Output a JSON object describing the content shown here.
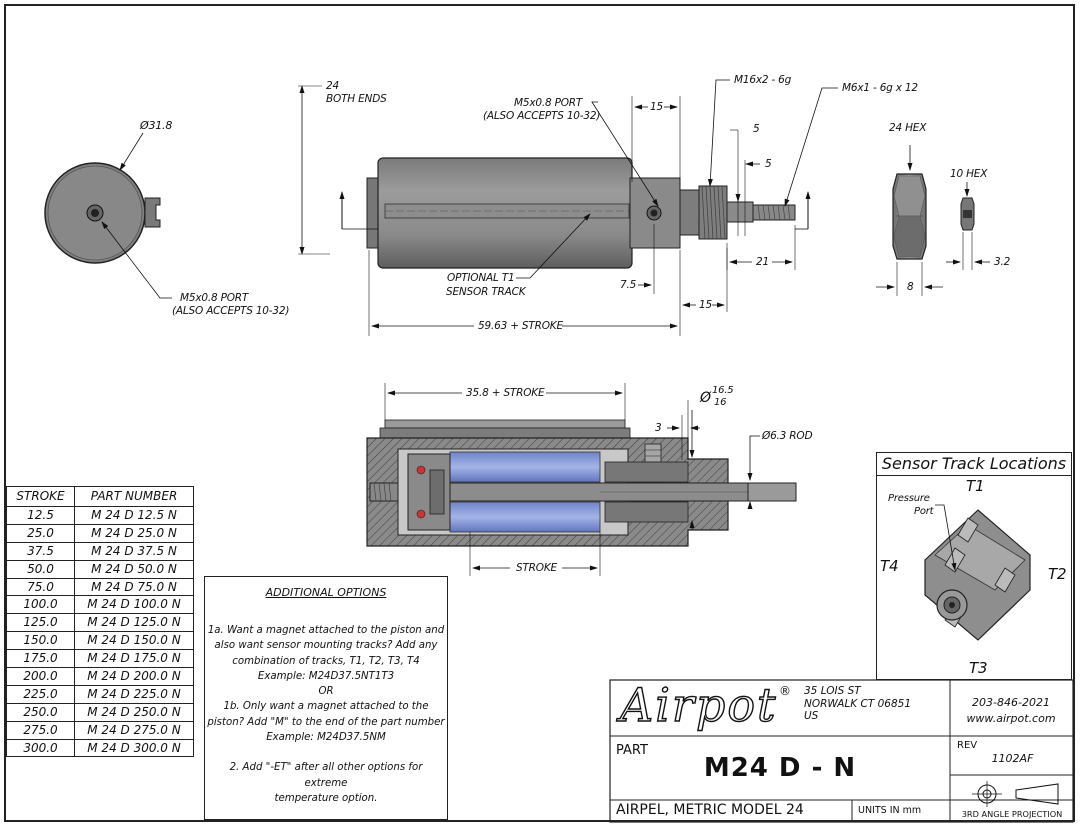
{
  "front_view": {
    "diameter": "Ø31.8",
    "port_line1": "M5x0.8 PORT",
    "port_line2": "(ALSO ACCEPTS 10-32)"
  },
  "side_view": {
    "both_ends_value": "24",
    "both_ends_label": "BOTH ENDS",
    "port_line1": "M5x0.8 PORT",
    "port_line2": "(ALSO ACCEPTS 10-32)",
    "dim_15_top": "15",
    "thread_main": "M16x2 - 6g",
    "thread_rod": "M6x1 - 6g x 12",
    "dim_5a": "5",
    "dim_5b": "5",
    "sensor_line1": "OPTIONAL T1",
    "sensor_line2": "SENSOR TRACK",
    "dim_7_5": "7.5",
    "dim_21": "21",
    "dim_15_bottom": "15",
    "overall": "59.63 + STROKE"
  },
  "hex_view": {
    "hex24": "24 HEX",
    "hex10": "10 HEX",
    "dim_8": "8",
    "dim_3_2": "3.2"
  },
  "section_view": {
    "bore": "35.8 + STROKE",
    "dia_top": "16.5",
    "dia_bottom": "16",
    "dia_symbol": "Ø",
    "dim_3": "3",
    "rod": "Ø6.3 ROD",
    "stroke": "STROKE"
  },
  "stroke_table": {
    "headers": [
      "STROKE",
      "PART NUMBER"
    ],
    "rows": [
      [
        "12.5",
        "M 24 D 12.5 N"
      ],
      [
        "25.0",
        "M 24 D 25.0 N"
      ],
      [
        "37.5",
        "M 24 D 37.5 N"
      ],
      [
        "50.0",
        "M 24 D 50.0 N"
      ],
      [
        "75.0",
        "M 24 D 75.0 N"
      ],
      [
        "100.0",
        "M 24 D 100.0 N"
      ],
      [
        "125.0",
        "M 24 D 125.0 N"
      ],
      [
        "150.0",
        "M 24 D 150.0 N"
      ],
      [
        "175.0",
        "M 24 D 175.0 N"
      ],
      [
        "200.0",
        "M 24 D 200.0 N"
      ],
      [
        "225.0",
        "M 24 D 225.0 N"
      ],
      [
        "250.0",
        "M 24 D 250.0 N"
      ],
      [
        "275.0",
        "M 24 D 275.0 N"
      ],
      [
        "300.0",
        "M 24 D 300.0 N"
      ]
    ]
  },
  "options": {
    "title": "ADDITIONAL OPTIONS",
    "line1": "1a. Want a magnet attached to the piston and",
    "line2": "also want sensor mounting tracks? Add any",
    "line3": "combination of tracks, T1, T2, T3, T4",
    "line4": "Example:  M24D37.5NT1T3",
    "line5": "OR",
    "line6": "1b. Only want a magnet attached to the",
    "line7": "piston? Add \"M\" to the end of the part number",
    "line8": "Example:  M24D37.5NM",
    "line9": "2. Add \"-ET\" after all other options for extreme",
    "line10": "temperature option."
  },
  "sensor_tracks": {
    "title": "Sensor Track Locations",
    "t1": "T1",
    "t2": "T2",
    "t3": "T3",
    "t4": "T4",
    "pressure1": "Pressure",
    "pressure2": "Port"
  },
  "title_block": {
    "logo": "Airpot",
    "registered": "®",
    "address1": "35 LOIS ST",
    "address2": "NORWALK CT 06851",
    "address3": "US",
    "phone": "203-846-2021",
    "web": "www.airpot.com",
    "part_label": "PART",
    "part_number": "M24 D - N",
    "rev_label": "REV",
    "rev": "1102AF",
    "description": "AIRPEL, METRIC MODEL 24",
    "units": "UNITS IN mm",
    "projection": "3RD ANGLE PROJECTION"
  }
}
